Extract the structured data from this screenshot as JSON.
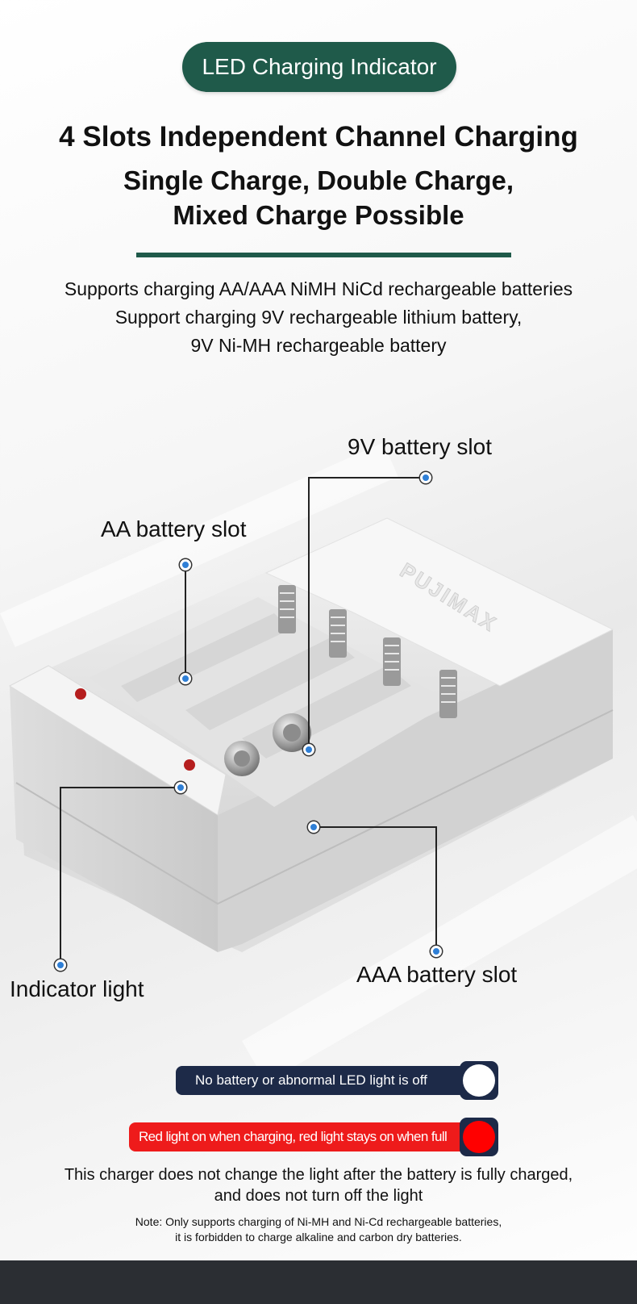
{
  "header": {
    "pill_label": "LED Charging Indicator",
    "title": "4 Slots Independent Channel Charging",
    "subtitle_line1": "Single Charge, Double Charge,",
    "subtitle_line2": "Mixed Charge Possible"
  },
  "description": {
    "line1": "Supports charging AA/AAA NiMH NiCd rechargeable batteries",
    "line2": "Support charging 9V rechargeable lithium battery,",
    "line3": "9V Ni-MH rechargeable battery"
  },
  "product": {
    "brand": "PUJIMAX"
  },
  "callouts": {
    "nine_v": "9V battery slot",
    "aa": "AA battery slot",
    "indicator": "Indicator light",
    "aaa": "AAA battery slot"
  },
  "legend": {
    "off_label": "No battery or abnormal LED light is off",
    "off_color": "#ffffff",
    "on_label": "Red light on when charging, red light stays on when full",
    "on_color": "#ff0000"
  },
  "notes": {
    "line1": "This charger does not change the light after the battery is fully charged,",
    "line2": "and does not turn off the light",
    "small1": "Note: Only supports charging of Ni-MH and Ni-Cd rechargeable batteries,",
    "small2": "it is forbidden to charge alkaline and carbon dry batteries."
  }
}
